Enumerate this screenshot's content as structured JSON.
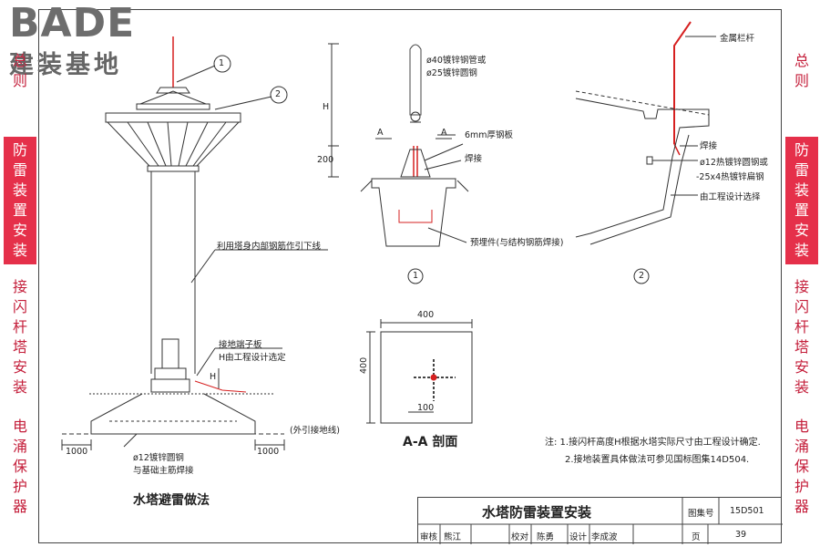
{
  "logo": {
    "brand": "BADE",
    "subtitle": "建装基地"
  },
  "sidebar_left": [
    {
      "label": "总则",
      "active": false
    },
    {
      "label": "防雷装置安装",
      "active": true
    },
    {
      "label": "接闪杆塔安装",
      "active": false
    },
    {
      "label": "电涌保护器",
      "active": false
    }
  ],
  "sidebar_right": [
    {
      "label": "总则",
      "active": false
    },
    {
      "label": "防雷装置安装",
      "active": true
    },
    {
      "label": "接闪杆塔安装",
      "active": false
    },
    {
      "label": "电涌保护器",
      "active": false
    }
  ],
  "tower": {
    "callout_1": "1",
    "callout_2": "2",
    "label_down": "利用塔身内部钢筋作引下线",
    "label_terminal": "接地端子板",
    "label_h": "H由工程设计选定",
    "label_h_short": "H",
    "label_outside": "(外引接地线)",
    "dim_left": "1000",
    "dim_right": "1000",
    "label_bar1": "ø12镀锌圆钢",
    "label_bar2": "与基础主筋焊接",
    "caption": "水塔避雷做法"
  },
  "detail1": {
    "label_pipe1": "ø40镀锌钢管或",
    "label_pipe2": "ø25镀锌圆钢",
    "label_plate": "6mm厚钢板",
    "label_weld": "焊接",
    "label_embed": "预埋件(与结构钢筋焊接)",
    "dim_h": "H",
    "dim_200": "200",
    "section_a": "A",
    "number": "1"
  },
  "detail2": {
    "label_rail": "金属栏杆",
    "label_weld": "焊接",
    "label_bar1": "ø12热镀锌圆钢或",
    "label_bar2": "-25x4热镀锌扁钢",
    "label_design": "由工程设计选择",
    "number": "2"
  },
  "section": {
    "dim_top": "400",
    "dim_side": "400",
    "dim_inner": "100",
    "caption": "A-A 剖面"
  },
  "notes": [
    "注: 1.接闪杆高度H根据水塔实际尺寸由工程设计确定.",
    "2.接地装置具体做法可参见国标图集14D504."
  ],
  "titleblock": {
    "title": "水塔防雷装置安装",
    "atlas_label": "图集号",
    "atlas_no": "15D501",
    "review_label": "审核",
    "reviewer": "熊江",
    "check_label": "校对",
    "checker": "陈勇",
    "design_label": "设计",
    "designer": "李成波",
    "page_label": "页",
    "page_no": "39"
  },
  "colors": {
    "accent": "#e5304a",
    "accent_text": "#c41e3a",
    "rod": "#d62020"
  }
}
